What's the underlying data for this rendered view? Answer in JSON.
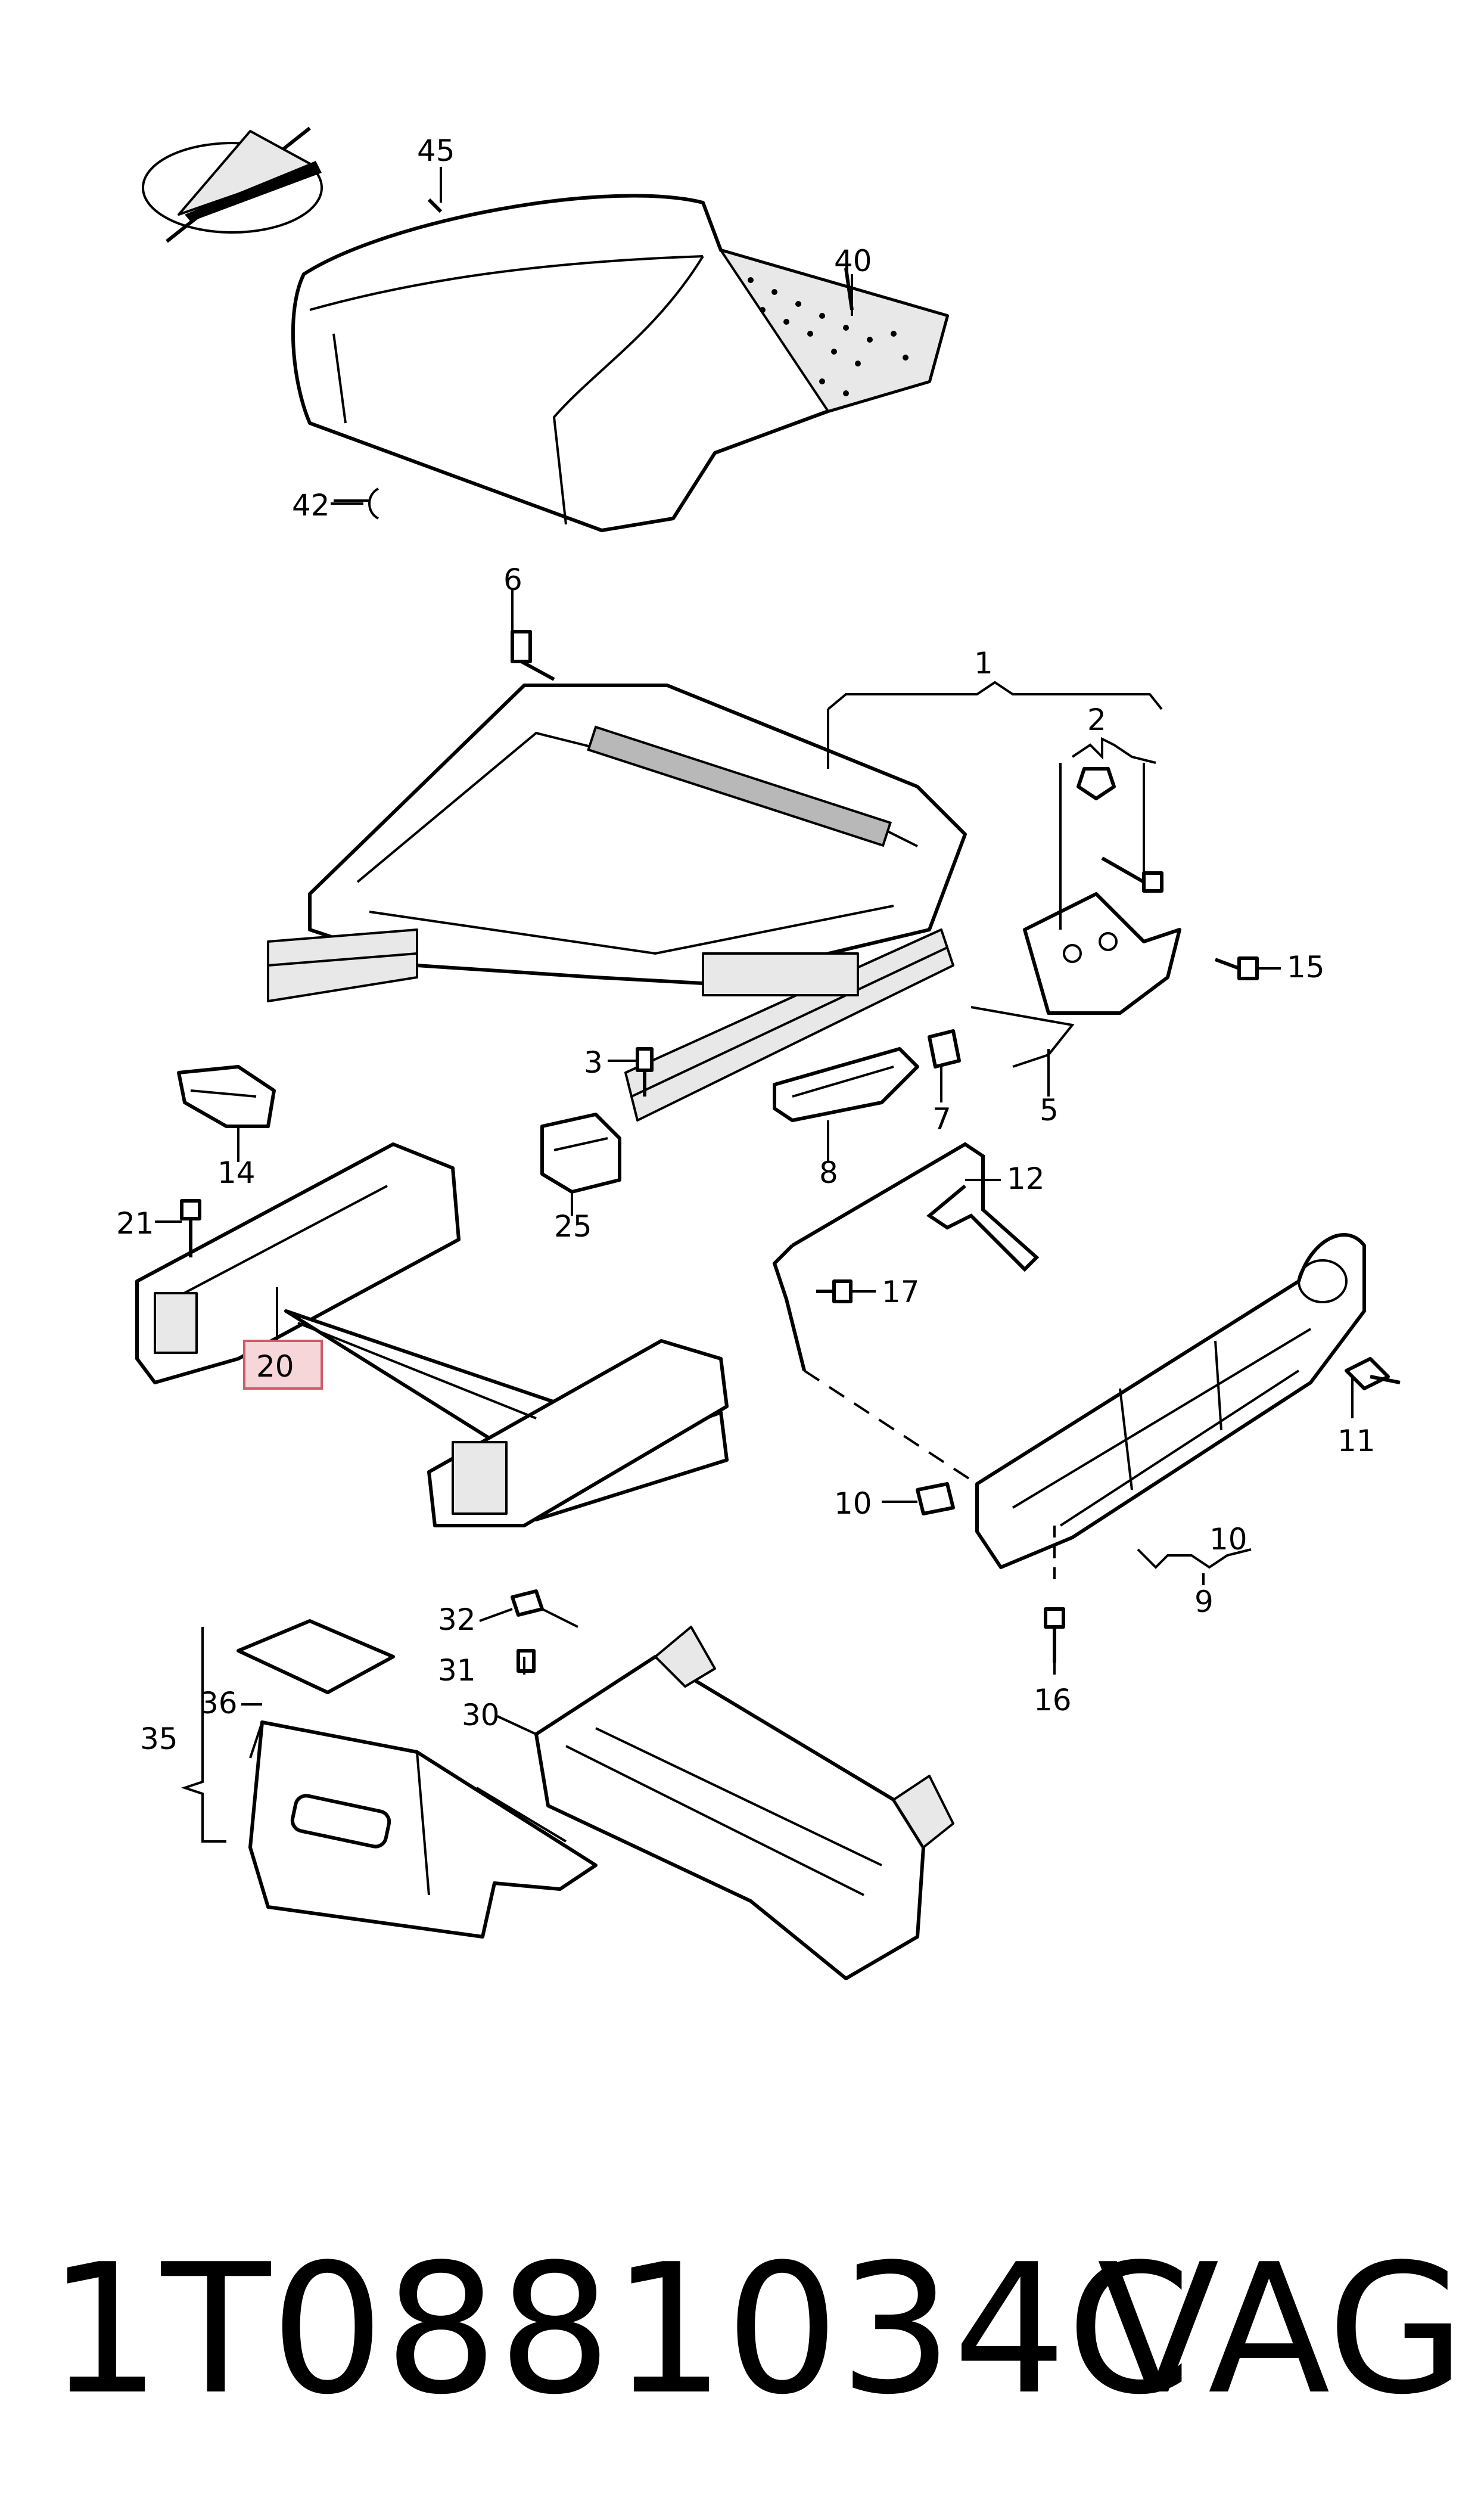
{
  "part_number": "1T0881034C",
  "brand": "VAG",
  "highlighted_label": "20",
  "callouts": {
    "c1": "1",
    "c2": "2",
    "c3": "3",
    "c5": "5",
    "c6": "6",
    "c7": "7",
    "c8": "8",
    "c9": "9",
    "c10a": "10",
    "c10b": "10",
    "c11": "11",
    "c12": "12",
    "c14": "14",
    "c15": "15",
    "c16": "16",
    "c17": "17",
    "c20": "20",
    "c21": "21",
    "c25": "25",
    "c30": "30",
    "c31": "31",
    "c32": "32",
    "c35": "35",
    "c36": "36",
    "c40": "40",
    "c42": "42",
    "c45": "45"
  }
}
